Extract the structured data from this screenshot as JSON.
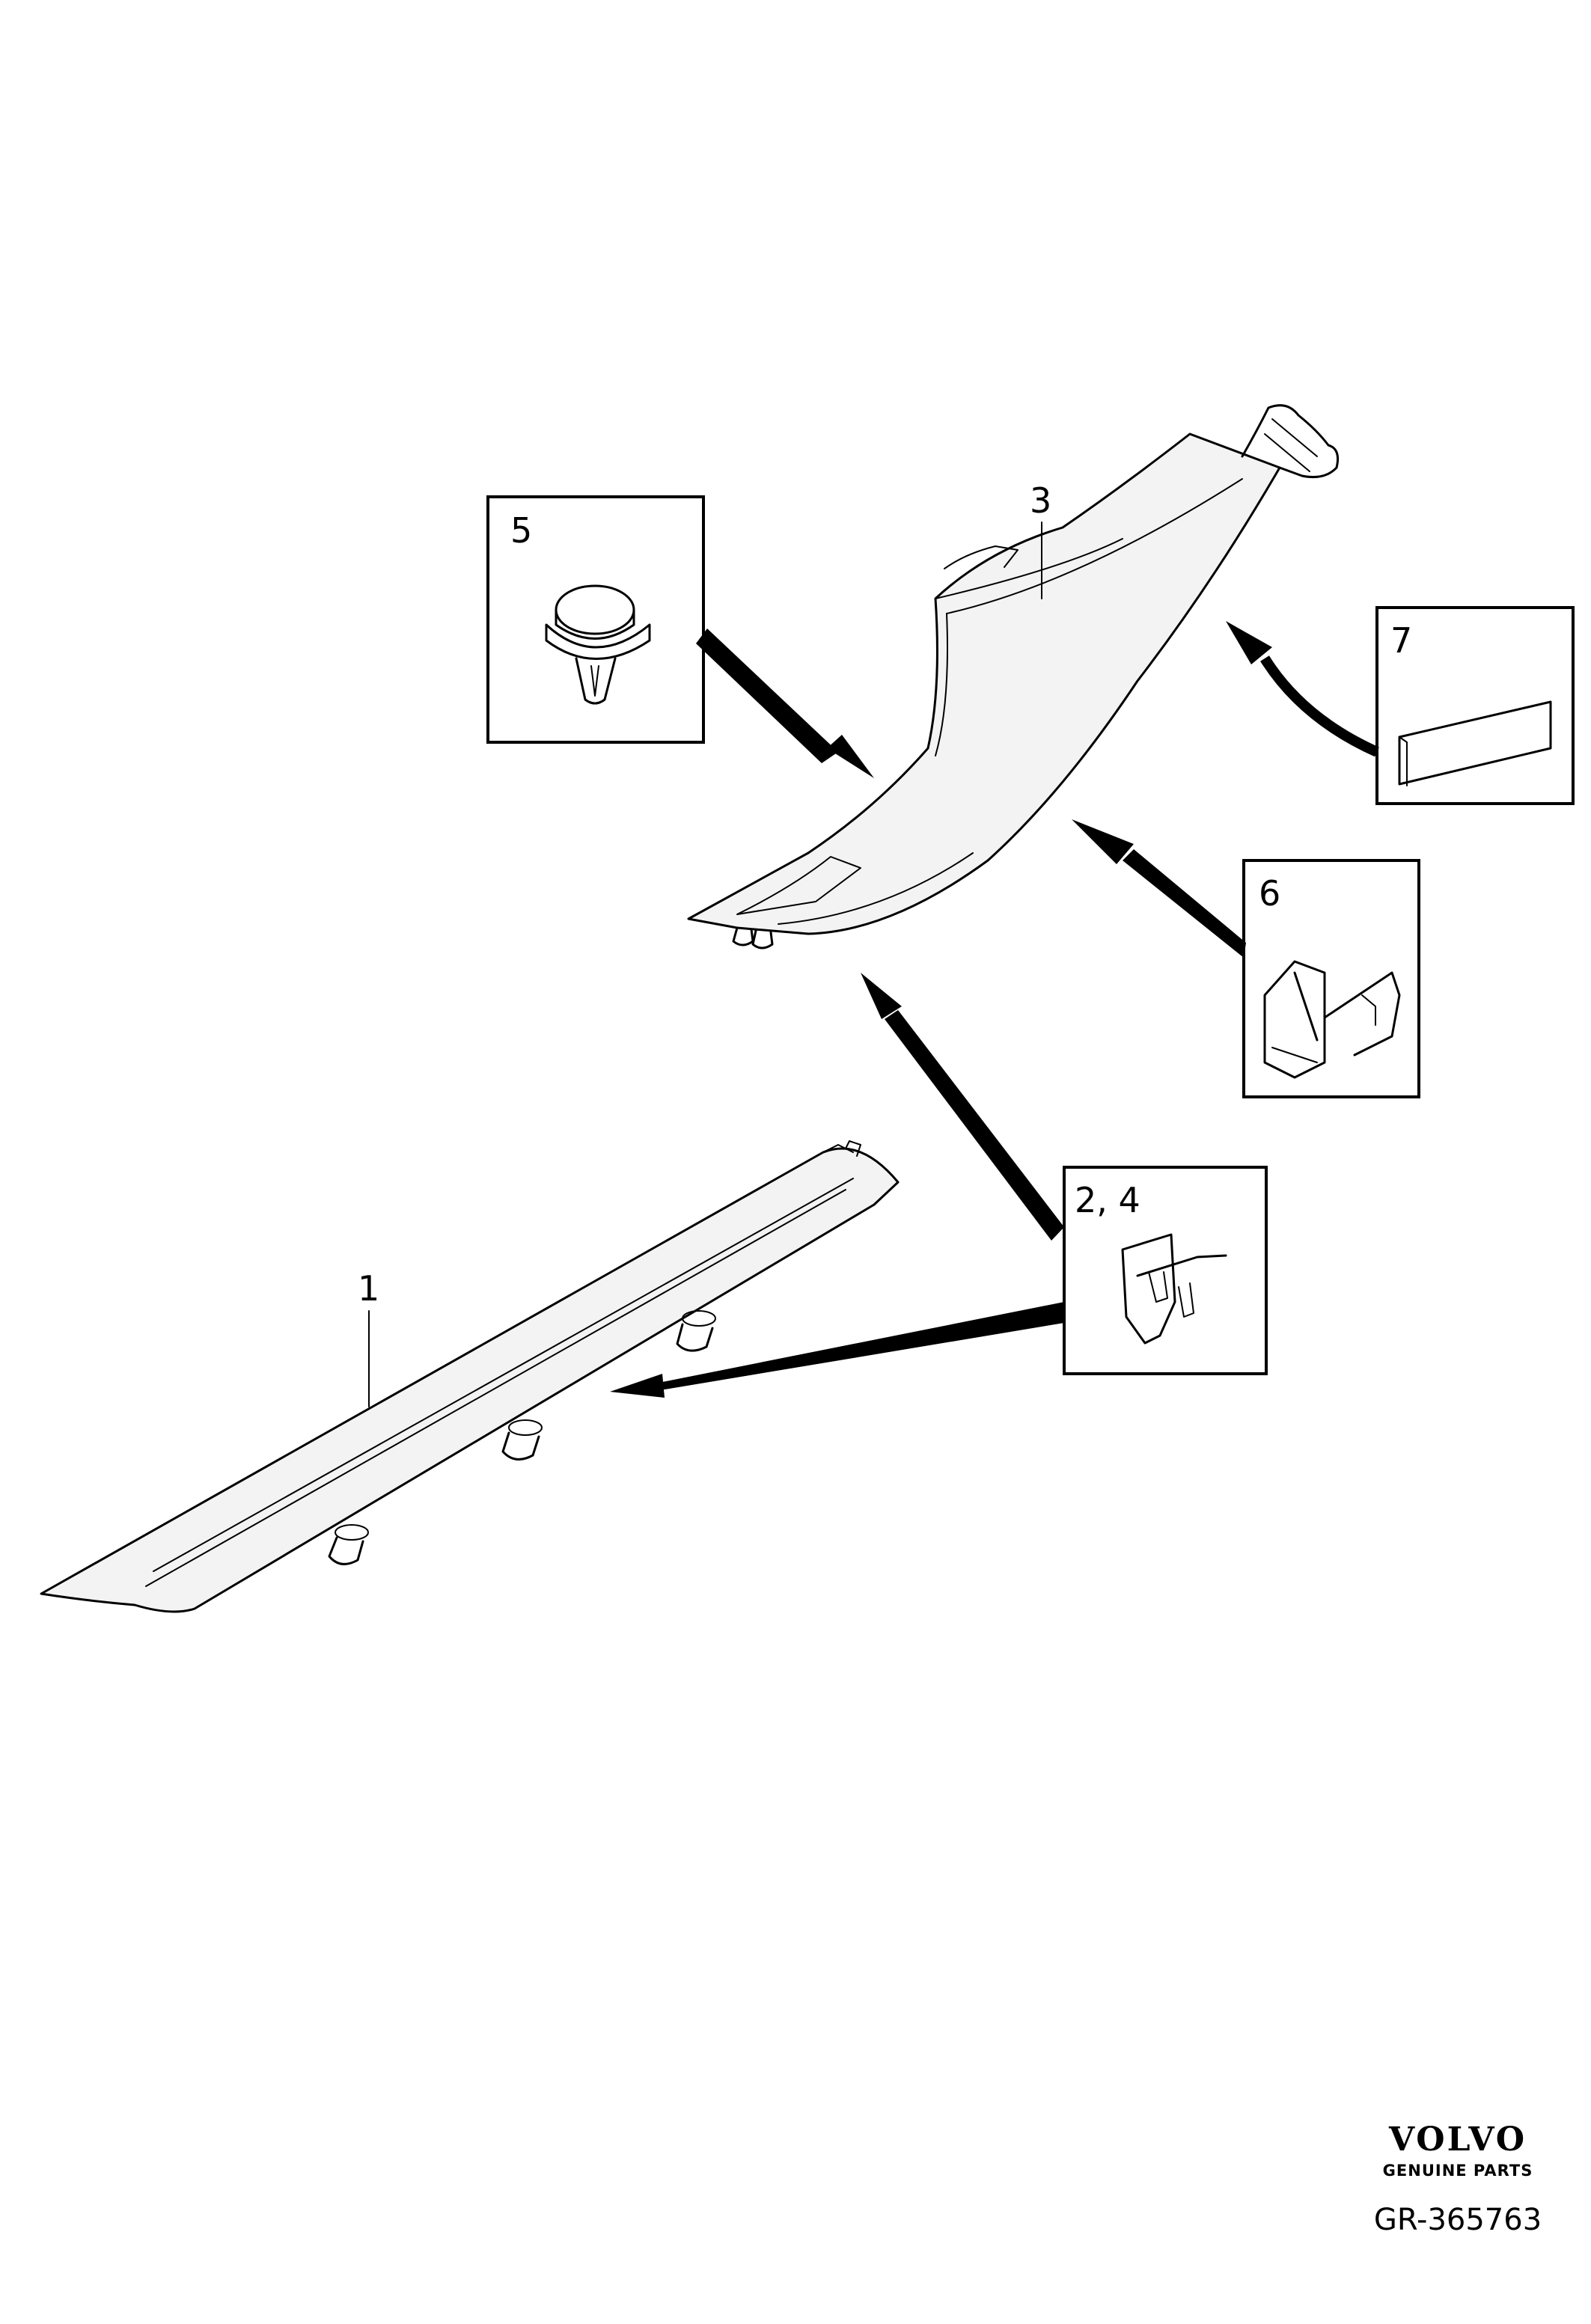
{
  "labels": {
    "part1": "1",
    "part3": "3",
    "part5": "5",
    "part6": "6",
    "part7": "7",
    "part24": "2, 4"
  },
  "brand": {
    "name": "VOLVO",
    "tagline": "GENUINE PARTS"
  },
  "reference": "GR-365763"
}
